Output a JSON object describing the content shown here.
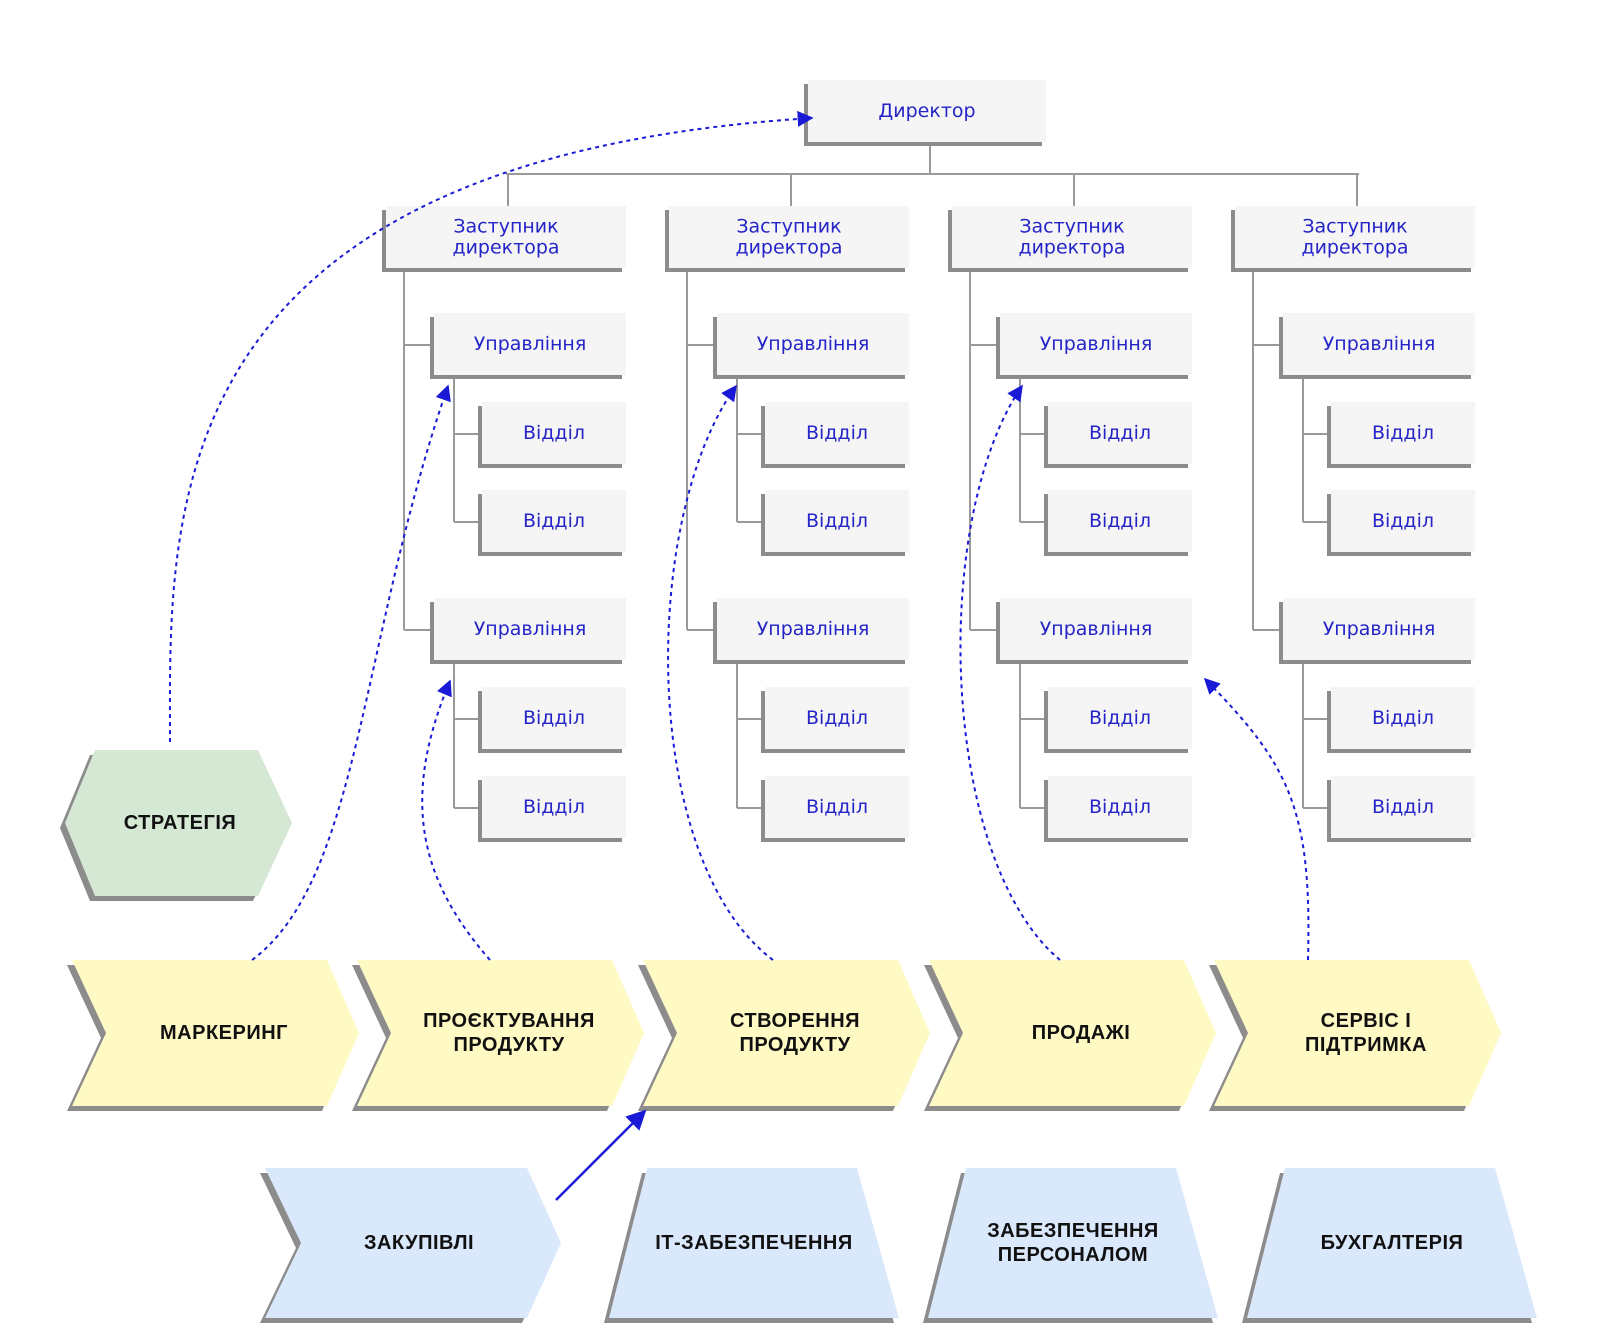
{
  "org": {
    "director": "Директор",
    "deputies": [
      {
        "label": [
          "Заступник",
          "директора"
        ],
        "managements": [
          {
            "label": "Управління",
            "departments": [
              "Відділ",
              "Відділ"
            ]
          },
          {
            "label": "Управління",
            "departments": [
              "Відділ",
              "Відділ"
            ]
          }
        ]
      },
      {
        "label": [
          "Заступник",
          "директора"
        ],
        "managements": [
          {
            "label": "Управління",
            "departments": [
              "Відділ",
              "Відділ"
            ]
          },
          {
            "label": "Управління",
            "departments": [
              "Відділ",
              "Відділ"
            ]
          }
        ]
      },
      {
        "label": [
          "Заступник",
          "директора"
        ],
        "managements": [
          {
            "label": "Управління",
            "departments": [
              "Відділ",
              "Відділ"
            ]
          },
          {
            "label": "Управління",
            "departments": [
              "Відділ",
              "Відділ"
            ]
          }
        ]
      },
      {
        "label": [
          "Заступник",
          "директора"
        ],
        "managements": [
          {
            "label": "Управління",
            "departments": [
              "Відділ",
              "Відділ"
            ]
          },
          {
            "label": "Управління",
            "departments": [
              "Відділ",
              "Відділ"
            ]
          }
        ]
      }
    ]
  },
  "strategy": {
    "label": [
      "СТРАТЕГІЯ"
    ]
  },
  "primary_activities": [
    {
      "label": [
        "МАРКЕРИНГ"
      ]
    },
    {
      "label": [
        "ПРОЄКТУВАННЯ",
        "ПРОДУКТУ"
      ]
    },
    {
      "label": [
        "СТВОРЕННЯ",
        "ПРОДУКТУ"
      ]
    },
    {
      "label": [
        "ПРОДАЖІ"
      ]
    },
    {
      "label": [
        "СЕРВІС І",
        "ПІДТРИМКА"
      ]
    }
  ],
  "support_activities": [
    {
      "label": [
        "ЗАКУПІВЛІ"
      ]
    },
    {
      "label": [
        "ІТ-ЗАБЕЗПЕЧЕННЯ"
      ]
    },
    {
      "label": [
        "ЗАБЕЗПЕЧЕННЯ",
        "ПЕРСОНАЛОМ"
      ]
    },
    {
      "label": [
        "БУХГАЛТЕРІЯ"
      ]
    }
  ],
  "colors": {
    "box_fill": "#f5f5f5",
    "box_shadow": "#8c8c8c",
    "org_text": "#2424c8",
    "connector": "#9a9a9a",
    "strategy_fill": "#d5e8d4",
    "primary_fill": "#fff9c4",
    "support_fill": "#dae8fc",
    "arrow": "#1a1ad6"
  }
}
